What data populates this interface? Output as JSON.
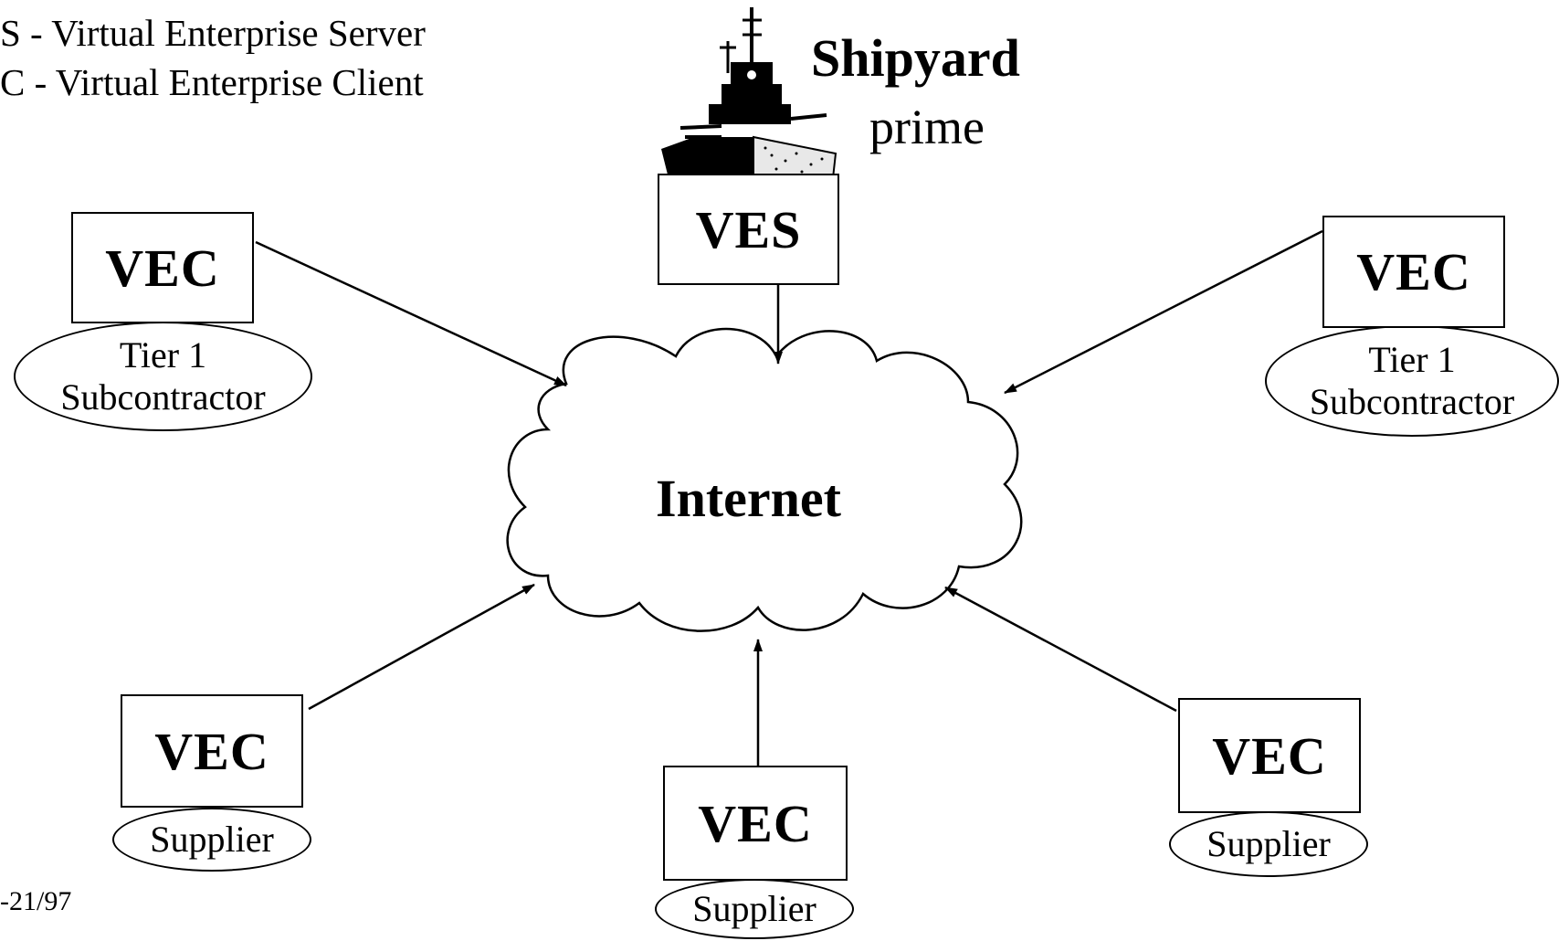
{
  "legend": {
    "server": "S - Virtual Enterprise Server",
    "client": "C - Virtual Enterprise Client"
  },
  "prime": {
    "title": "Shipyard",
    "subtitle": "prime",
    "box_label": "VES"
  },
  "network": {
    "label": "Internet"
  },
  "nodes": {
    "top_left": {
      "box_label": "VEC",
      "role_line1": "Tier 1",
      "role_line2": "Subcontractor"
    },
    "top_right": {
      "box_label": "VEC",
      "role_line1": "Tier 1",
      "role_line2": "Subcontractor"
    },
    "bottom_left": {
      "box_label": "VEC",
      "role": "Supplier"
    },
    "bottom_center": {
      "box_label": "VEC",
      "role": "Supplier"
    },
    "bottom_right": {
      "box_label": "VEC",
      "role": "Supplier"
    }
  },
  "footer": {
    "date": "-21/97"
  }
}
